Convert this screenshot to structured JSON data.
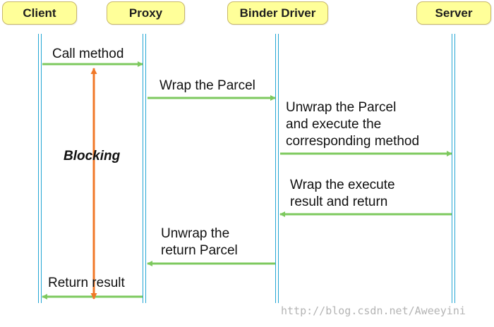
{
  "participants": {
    "client": "Client",
    "proxy": "Proxy",
    "binder_driver": "Binder Driver",
    "server": "Server"
  },
  "messages": {
    "call_method": "Call method",
    "wrap_parcel": "Wrap the Parcel",
    "unwrap_execute": "Unwrap the Parcel\nand execute the\ncorresponding method",
    "wrap_execute_result": "Wrap the execute\nresult and return",
    "unwrap_return": "Unwrap the\nreturn Parcel",
    "return_result": "Return result"
  },
  "blocking_label": "Blocking",
  "watermark": "http://blog.csdn.net/Aweeyini",
  "colors": {
    "participant_fill": "#ffff99",
    "lifeline": "#23a6d4",
    "message_arrow": "#7dc95e",
    "blocking_arrow": "#f07828"
  }
}
